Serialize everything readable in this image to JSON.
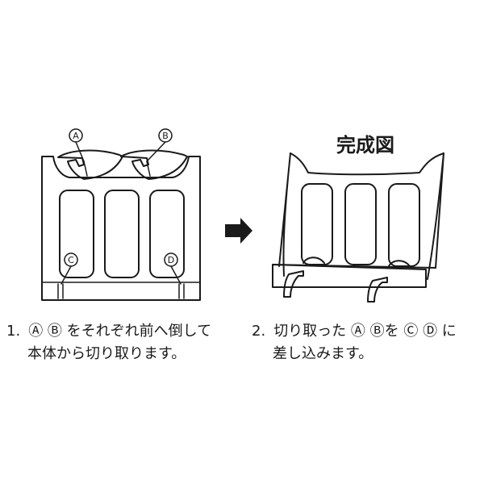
{
  "diagram": {
    "completed_title": "完成図",
    "callouts": {
      "a": "A",
      "b": "B",
      "c": "C",
      "d": "D"
    },
    "steps": [
      {
        "number": "1.",
        "line1": "Ⓐ Ⓑ をそれぞれ前へ倒して",
        "line2": "本体から切り取ります。"
      },
      {
        "number": "2.",
        "line1": "切り取った Ⓐ Ⓑを Ⓒ Ⓓ に",
        "line2": "差し込みます。"
      }
    ]
  }
}
